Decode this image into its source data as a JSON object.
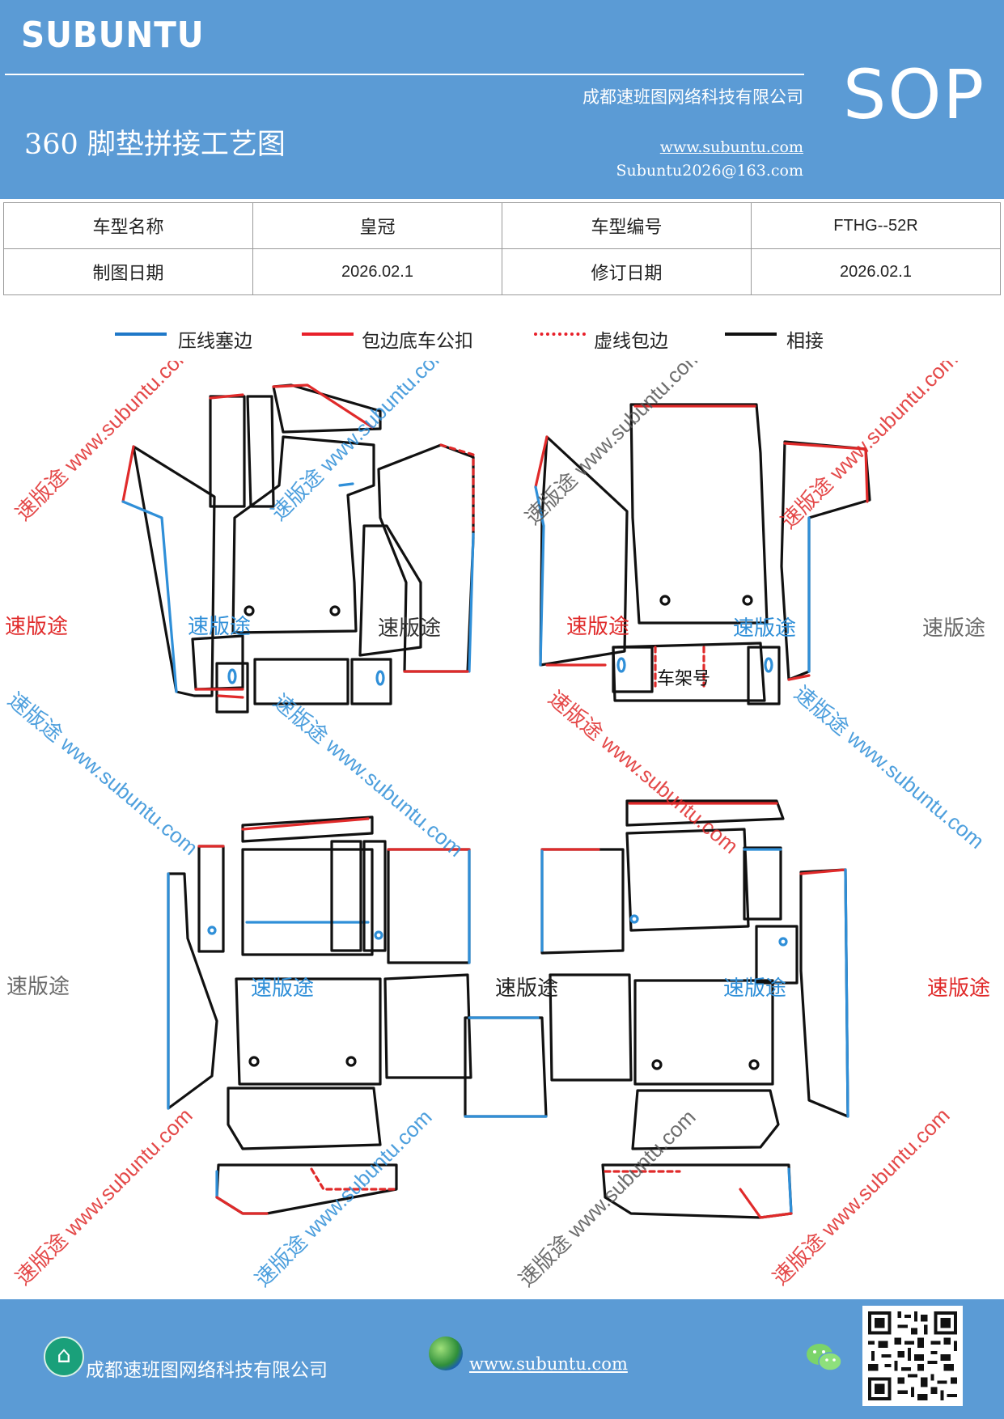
{
  "header": {
    "brand": "SUBUNTU",
    "title": "360 脚垫拼接工艺图",
    "company": "成都速班图网络科技有限公司",
    "website": "www.subuntu.com",
    "email": "Subuntu2026@163.com",
    "sop": "SOP"
  },
  "info_table": {
    "model_name_label": "车型名称",
    "model_name": "皇冠",
    "model_code_label": "车型编号",
    "model_code": "FTHG--52R",
    "draw_date_label": "制图日期",
    "draw_date": "2026.02.1",
    "revise_date_label": "修订日期",
    "revise_date": "2026.02.1"
  },
  "legend": {
    "items": [
      {
        "label": "压线塞边",
        "color": "#1f78c8",
        "style": "solid"
      },
      {
        "label": "包边底车公扣",
        "color": "#e8202a",
        "style": "solid"
      },
      {
        "label": "虚线包边",
        "color": "#e8202a",
        "style": "dashed"
      },
      {
        "label": "相接",
        "color": "#111111",
        "style": "solid"
      }
    ]
  },
  "diagram": {
    "frame_number_label": "车架号",
    "watermark_text": "速版途",
    "watermark_url": "www.subuntu.com",
    "watermark_combo": "速版途 www.subuntu.com",
    "colors": {
      "blue": "#2f8fd8",
      "red": "#e02a2a",
      "gray": "#6a6a6a",
      "black": "#111111"
    }
  },
  "footer": {
    "company": "成都速班图网络科技有限公司",
    "website": "www.subuntu.com"
  },
  "icons": [
    "building-icon",
    "globe-icon",
    "wechat-icon",
    "qr-code"
  ]
}
